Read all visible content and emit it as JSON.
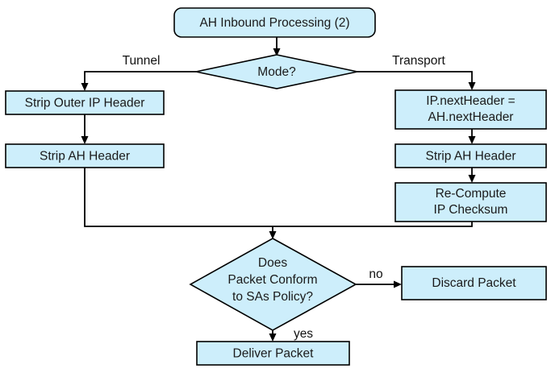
{
  "diagram": {
    "title": "AH Inbound Processing (2)",
    "theme": {
      "node_fill": "#cdeefb",
      "node_stroke": "#000000",
      "text_color": "#1a1a1a",
      "background": "#ffffff"
    },
    "nodes": {
      "start": {
        "label": "AH Inbound Processing (2)",
        "shape": "rounded-rect"
      },
      "mode_decision": {
        "label": "Mode?",
        "shape": "diamond"
      },
      "strip_outer_ip": {
        "label": "Strip Outer IP Header",
        "shape": "rect"
      },
      "strip_ah_tunnel": {
        "label": "Strip AH Header",
        "shape": "rect"
      },
      "ip_nextheader_line1": "IP.nextHeader =",
      "ip_nextheader_line2": "AH.nextHeader",
      "strip_ah_transport": {
        "label": "Strip AH Header",
        "shape": "rect"
      },
      "recompute_line1": "Re-Compute",
      "recompute_line2": "IP Checksum",
      "conform_line1": "Does",
      "conform_line2": "Packet Conform",
      "conform_line3": "to SAs Policy?",
      "discard_packet": {
        "label": "Discard Packet",
        "shape": "rect"
      },
      "deliver_packet": {
        "label": "Deliver Packet",
        "shape": "rect"
      }
    },
    "edge_labels": {
      "tunnel": "Tunnel",
      "transport": "Transport",
      "no": "no",
      "yes": "yes"
    }
  }
}
